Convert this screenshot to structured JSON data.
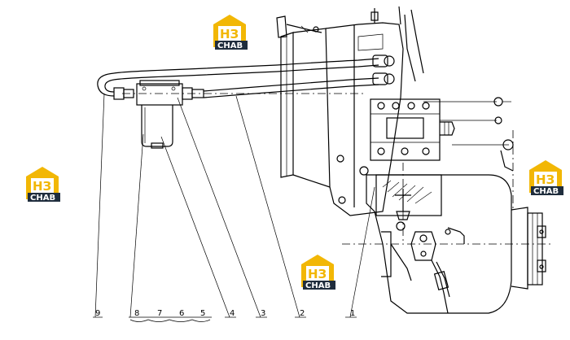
{
  "diagram": {
    "callouts": [
      {
        "id": "c9",
        "label": "9"
      },
      {
        "id": "c8",
        "label": "8"
      },
      {
        "id": "c7",
        "label": "7"
      },
      {
        "id": "c6",
        "label": "6"
      },
      {
        "id": "c5",
        "label": "5"
      },
      {
        "id": "c4",
        "label": "4"
      },
      {
        "id": "c3",
        "label": "3"
      },
      {
        "id": "c2",
        "label": "2"
      },
      {
        "id": "c1",
        "label": "1"
      }
    ]
  },
  "watermark": {
    "letters": "НЗ",
    "brand": "CHAB",
    "colors": {
      "yellow": "#f2b705",
      "dark": "#1f2d3d"
    }
  }
}
